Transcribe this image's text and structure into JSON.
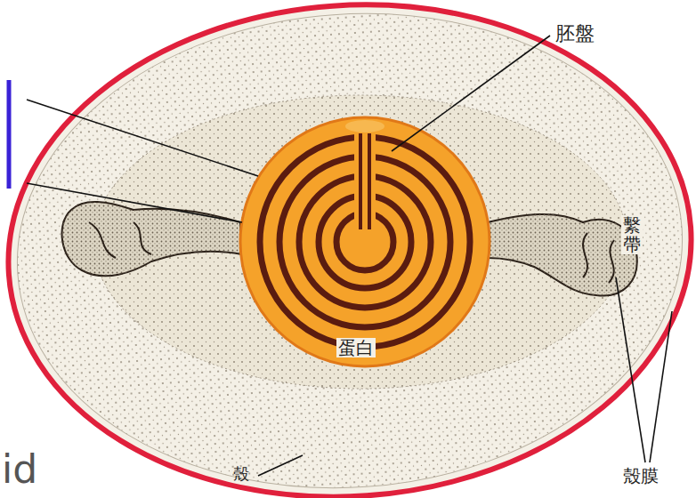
{
  "diagram": {
    "labels": [
      "胚盤",
      "蛋白",
      "殼",
      "繫帶",
      "殼膜",
      "id"
    ]
  }
}
